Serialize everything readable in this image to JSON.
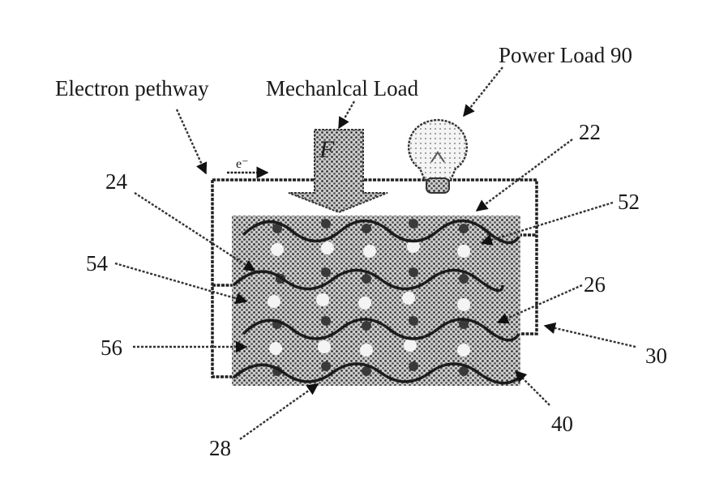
{
  "labels": {
    "electron_pathway": "Electron pethway",
    "mechanical_load": "Mechanlcal Load",
    "power_load": "Power Load 90",
    "force_symbol": "F",
    "electron_symbol": "e⁻",
    "ref_22": "22",
    "ref_24": "24",
    "ref_52": "52",
    "ref_54": "54",
    "ref_26": "26",
    "ref_56": "56",
    "ref_30": "30",
    "ref_40": "40",
    "ref_28": "28"
  },
  "icons": {
    "light_bulb": "light-bulb-icon",
    "force_arrow": "down-arrow-icon"
  },
  "colors": {
    "ink": "#1a1a1a",
    "stipple_dark": "#7a7a7a",
    "stipple_light": "#c8c8c8",
    "background": "#ffffff"
  }
}
